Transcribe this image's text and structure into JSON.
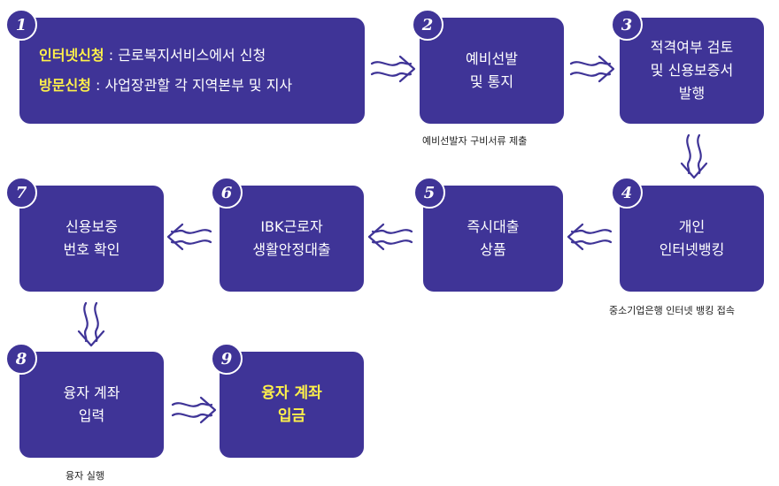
{
  "steps": [
    {
      "num": "1",
      "rows": [
        {
          "keyword": "인터넷신청",
          "text": " : 근로복지서비스에서 신청"
        },
        {
          "keyword": "방문신청",
          "text": " : 사업장관할 각 지역본부 및 지사"
        }
      ]
    },
    {
      "num": "2",
      "lines": [
        "예비선발",
        "및 통지"
      ],
      "caption": "예비선발자 구비서류 제출"
    },
    {
      "num": "3",
      "lines": [
        "적격여부 검토",
        "및 신용보증서",
        "발행"
      ]
    },
    {
      "num": "4",
      "lines": [
        "개인",
        "인터넷뱅킹"
      ],
      "caption": "중소기업은행 인터넷 뱅킹 접속"
    },
    {
      "num": "5",
      "lines": [
        "즉시대출",
        "상품"
      ]
    },
    {
      "num": "6",
      "lines": [
        "IBK근로자",
        "생활안정대출"
      ]
    },
    {
      "num": "7",
      "lines": [
        "신용보증",
        "번호 확인"
      ]
    },
    {
      "num": "8",
      "lines": [
        "융자 계좌",
        "입력"
      ],
      "caption": "융자 실행"
    },
    {
      "num": "9",
      "lines": [
        "융자 계좌",
        "입금"
      ],
      "highlight": true
    }
  ],
  "colors": {
    "box": "#3f3497",
    "highlight_text": "#fff14a",
    "text": "#ffffff"
  }
}
